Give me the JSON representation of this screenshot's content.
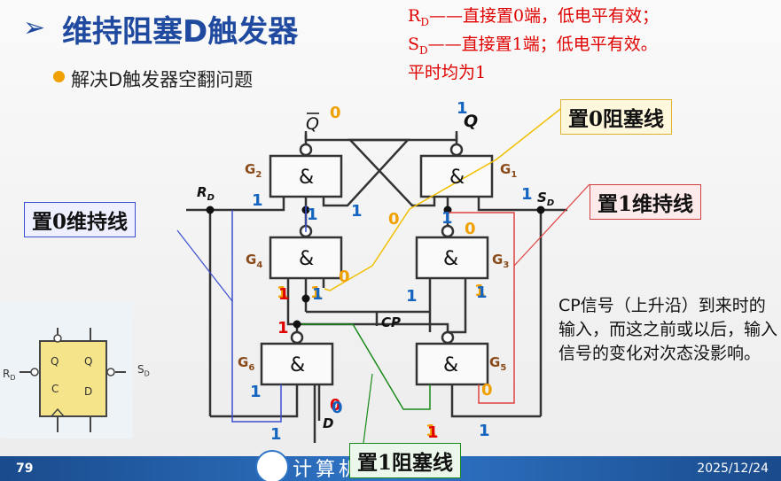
{
  "title": "维持阻塞D触发器",
  "subtitle": "解决D触发器空翻问题",
  "notes": {
    "line1_sym": "R",
    "line1_sub": "D",
    "line1_text": "——直接置0端，低电平有效；",
    "line2_sym": "S",
    "line2_sub": "D",
    "line2_text": "——直接置1端；低电平有效。",
    "line3": "平时均为1"
  },
  "labels": {
    "block0": "置0阻塞线",
    "hold1": "置1维持线",
    "hold0": "置0维持线",
    "block1": "置1阻塞线"
  },
  "side_text": "CP信号（上升沿）到来时的输入，而这之前或以后，输入信号的变化对次态没影响。",
  "gates": {
    "g1": "G",
    "g1_sub": "1",
    "g2": "G",
    "g2_sub": "2",
    "g3": "G",
    "g3_sub": "3",
    "g4": "G",
    "g4_sub": "4",
    "g5": "G",
    "g5_sub": "5",
    "g6": "G",
    "g6_sub": "6",
    "and_symbol": "&"
  },
  "signals": {
    "q": "Q",
    "qbar": "Q",
    "rd": "R",
    "rd_sub": "D",
    "sd": "S",
    "sd_sub": "D",
    "cp": "CP",
    "d": "D"
  },
  "values": {
    "zero": "0",
    "one": "1"
  },
  "mini_symbol": {
    "qbar": "Q",
    "q": "Q",
    "c": "C",
    "d": "D",
    "rd": "R",
    "rd_sub": "D",
    "sd": "S",
    "sd_sub": "D"
  },
  "footer": {
    "page": "79",
    "text": "计算机学院",
    "date": "2025/12/24"
  },
  "colors": {
    "title": "#1f4aa0",
    "note": "#e00000",
    "value_blue": "#1565c0",
    "value_orange": "#f0a000",
    "value_red": "#e00000",
    "line_blue": "#3a4fd0",
    "line_orange": "#f0c000",
    "line_red": "#e04040",
    "line_green": "#1a8a1a"
  }
}
